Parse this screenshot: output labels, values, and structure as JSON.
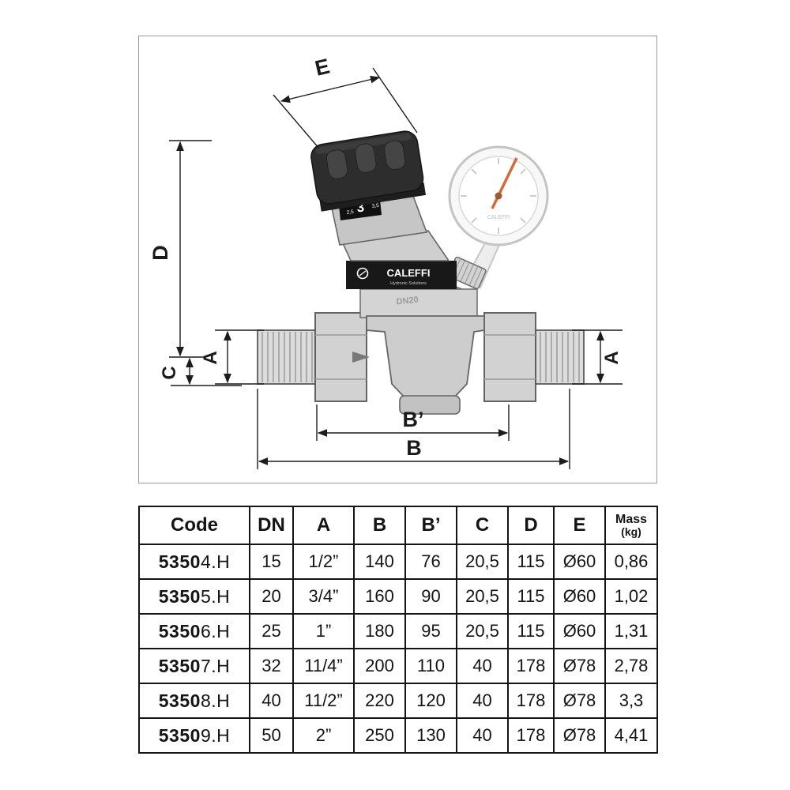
{
  "diagram": {
    "dimensions": {
      "e": "E",
      "d": "D",
      "c": "C",
      "a_left": "A",
      "a_right": "A",
      "b_prime": "B’",
      "b": "B"
    },
    "valve": {
      "brand": "CALEFFI",
      "brand_subtitle": "Hydronic Solutions",
      "size_marking": "DN20",
      "dial_low": "2,5",
      "dial_setting": "3",
      "dial_high": "3,5",
      "gauge_brand": "CALEFFI"
    }
  },
  "table": {
    "headers": {
      "code": "Code",
      "dn": "DN",
      "a": "A",
      "b": "B",
      "b_prime": "B’",
      "c": "C",
      "d": "D",
      "e": "E",
      "mass_1": "Mass",
      "mass_2": "(kg)"
    },
    "rows": [
      {
        "code_bold": "5350",
        "code_rest": "4.H",
        "dn": "15",
        "a": "1/2”",
        "b": "140",
        "b_prime": "76",
        "c": "20,5",
        "d": "115",
        "e": "Ø60",
        "mass": "0,86"
      },
      {
        "code_bold": "5350",
        "code_rest": "5.H",
        "dn": "20",
        "a": "3/4”",
        "b": "160",
        "b_prime": "90",
        "c": "20,5",
        "d": "115",
        "e": "Ø60",
        "mass": "1,02"
      },
      {
        "code_bold": "5350",
        "code_rest": "6.H",
        "dn": "25",
        "a": "1”",
        "b": "180",
        "b_prime": "95",
        "c": "20,5",
        "d": "115",
        "e": "Ø60",
        "mass": "1,31"
      },
      {
        "code_bold": "5350",
        "code_rest": "7.H",
        "dn": "32",
        "a": "11/4”",
        "b": "200",
        "b_prime": "110",
        "c": "40",
        "d": "178",
        "e": "Ø78",
        "mass": "2,78"
      },
      {
        "code_bold": "5350",
        "code_rest": "8.H",
        "dn": "40",
        "a": "11/2”",
        "b": "220",
        "b_prime": "120",
        "c": "40",
        "d": "178",
        "e": "Ø78",
        "mass": "3,3"
      },
      {
        "code_bold": "5350",
        "code_rest": "9.H",
        "dn": "50",
        "a": "2”",
        "b": "250",
        "b_prime": "130",
        "c": "40",
        "d": "178",
        "e": "Ø78",
        "mass": "4,41"
      }
    ]
  }
}
